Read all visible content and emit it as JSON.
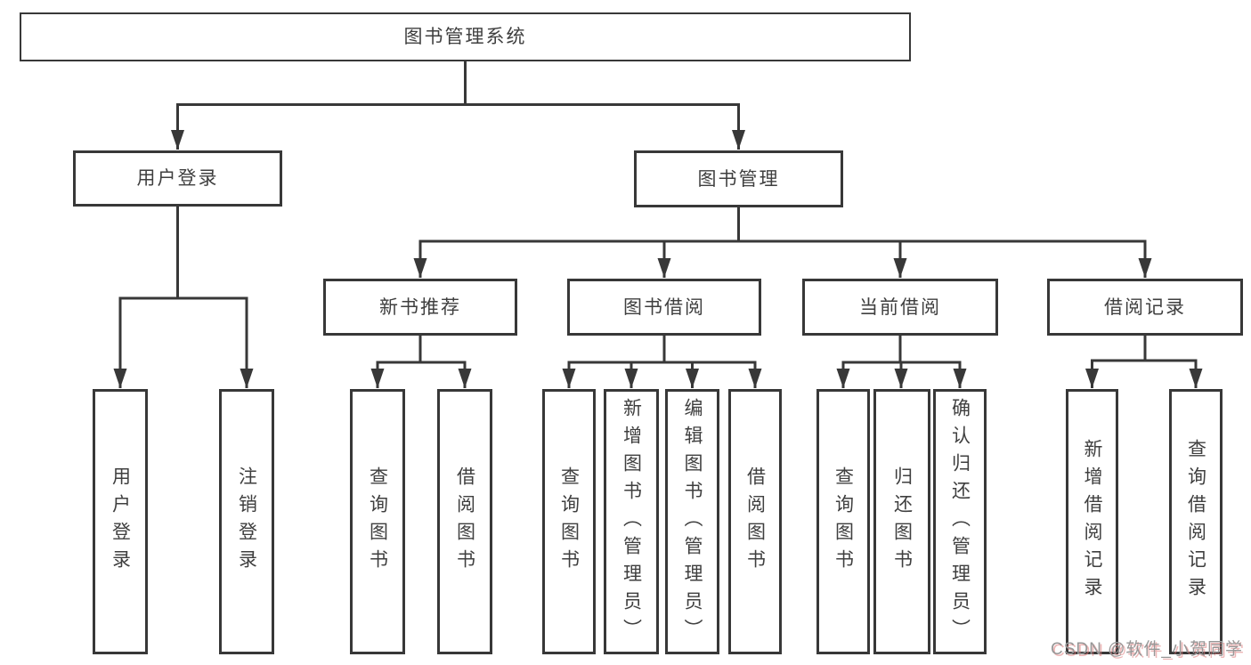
{
  "watermark": "CSDN @软件_小贺同学",
  "colors": {
    "line": "#383838",
    "text": "#3f3f3f",
    "background": "#ffffff",
    "watermark_gray": "#979797",
    "watermark_red": "#df7a7a"
  },
  "root": {
    "label": "图书管理系统"
  },
  "login": {
    "label": "用户登录",
    "children": [
      {
        "label": "用户登录"
      },
      {
        "label": "注销登录"
      }
    ]
  },
  "mgmt": {
    "label": "图书管理",
    "sections": [
      {
        "label": "新书推荐",
        "children": [
          {
            "label": "查询图书"
          },
          {
            "label": "借阅图书"
          }
        ]
      },
      {
        "label": "图书借阅",
        "children": [
          {
            "label": "查询图书"
          },
          {
            "label": "新增图书（管理员）"
          },
          {
            "label": "编辑图书（管理员）"
          },
          {
            "label": "借阅图书"
          }
        ]
      },
      {
        "label": "当前借阅",
        "children": [
          {
            "label": "查询图书"
          },
          {
            "label": "归还图书"
          },
          {
            "label": "确认归还（管理员）"
          }
        ]
      },
      {
        "label": "借阅记录",
        "children": [
          {
            "label": "新增借阅记录"
          },
          {
            "label": "查询借阅记录"
          }
        ]
      }
    ]
  }
}
